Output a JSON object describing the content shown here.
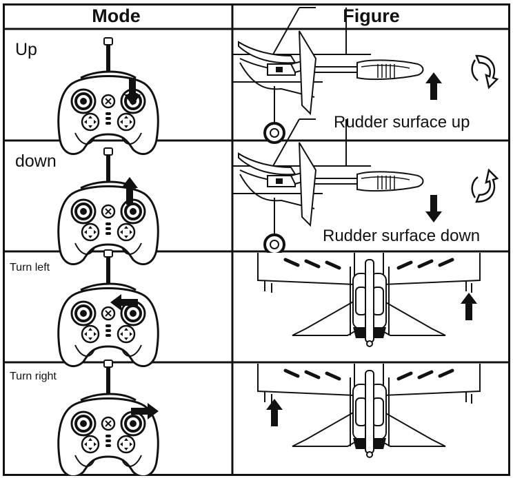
{
  "table": {
    "headers": {
      "mode": "Mode",
      "figure": "Figure"
    },
    "rows": [
      {
        "mode": "Up",
        "caption": "Rudder surface up",
        "controller_arrow": "down",
        "plane_arrow": "up",
        "rotation": "clockwise"
      },
      {
        "mode": "down",
        "caption": "Rudder surface down",
        "controller_arrow": "up",
        "plane_arrow": "down",
        "rotation": "counter-clockwise"
      },
      {
        "mode": "Turn left",
        "caption": "",
        "controller_arrow": "left",
        "plane_arrow": "right-side-up"
      },
      {
        "mode": "Turn right",
        "caption": "",
        "controller_arrow": "right",
        "plane_arrow": "left-side-up"
      }
    ]
  },
  "icons": {
    "controller": "gamepad-icon",
    "side_view": "rudder-side-view-figure",
    "top_view": "aircraft-tail-top-view-figure",
    "arrow": "direction-arrow-icon",
    "rotate": "rotate-arrow-icon"
  },
  "colors": {
    "line": "#111111",
    "background": "#ffffff",
    "rod": "#8a8a8a"
  }
}
